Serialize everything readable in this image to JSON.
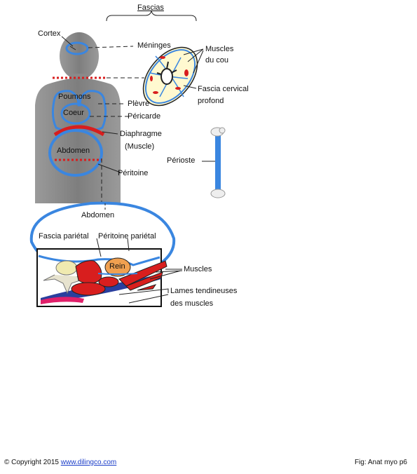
{
  "title": "Fascias",
  "labels": {
    "cortex": "Cortex",
    "meninges": "Méninges",
    "muscles_cou": [
      "Muscles",
      "du cou"
    ],
    "fascia_cervical": [
      "Fascia cervical",
      "profond"
    ],
    "poumons": "Poumons",
    "coeur": "Coeur",
    "plevre": "Plèvre",
    "pericarde": "Péricarde",
    "diaphragme": [
      "Diaphragme",
      "(Muscle)"
    ],
    "abdomen_body": "Abdomen",
    "periteine": "Péritoine",
    "perioste": "Périoste",
    "abdomen_section": "Abdomen",
    "fascia_parietal": "Fascia pariétal",
    "peritoine_parietal": "Péritoine pariétal",
    "rein": "Rein",
    "muscles": "Muscles",
    "lames": [
      "Lames tendineuses",
      "des muscles"
    ]
  },
  "footer": {
    "copyright": "© Copyright 2015",
    "link": "www.dilingco.com",
    "fig": "Fig:  Anat myo p6"
  },
  "colors": {
    "fascia_blue": "#3a86e0",
    "muscle_red": "#d81e1e",
    "silhouette": "#8a8a8a",
    "kidney": "#f0a050"
  }
}
